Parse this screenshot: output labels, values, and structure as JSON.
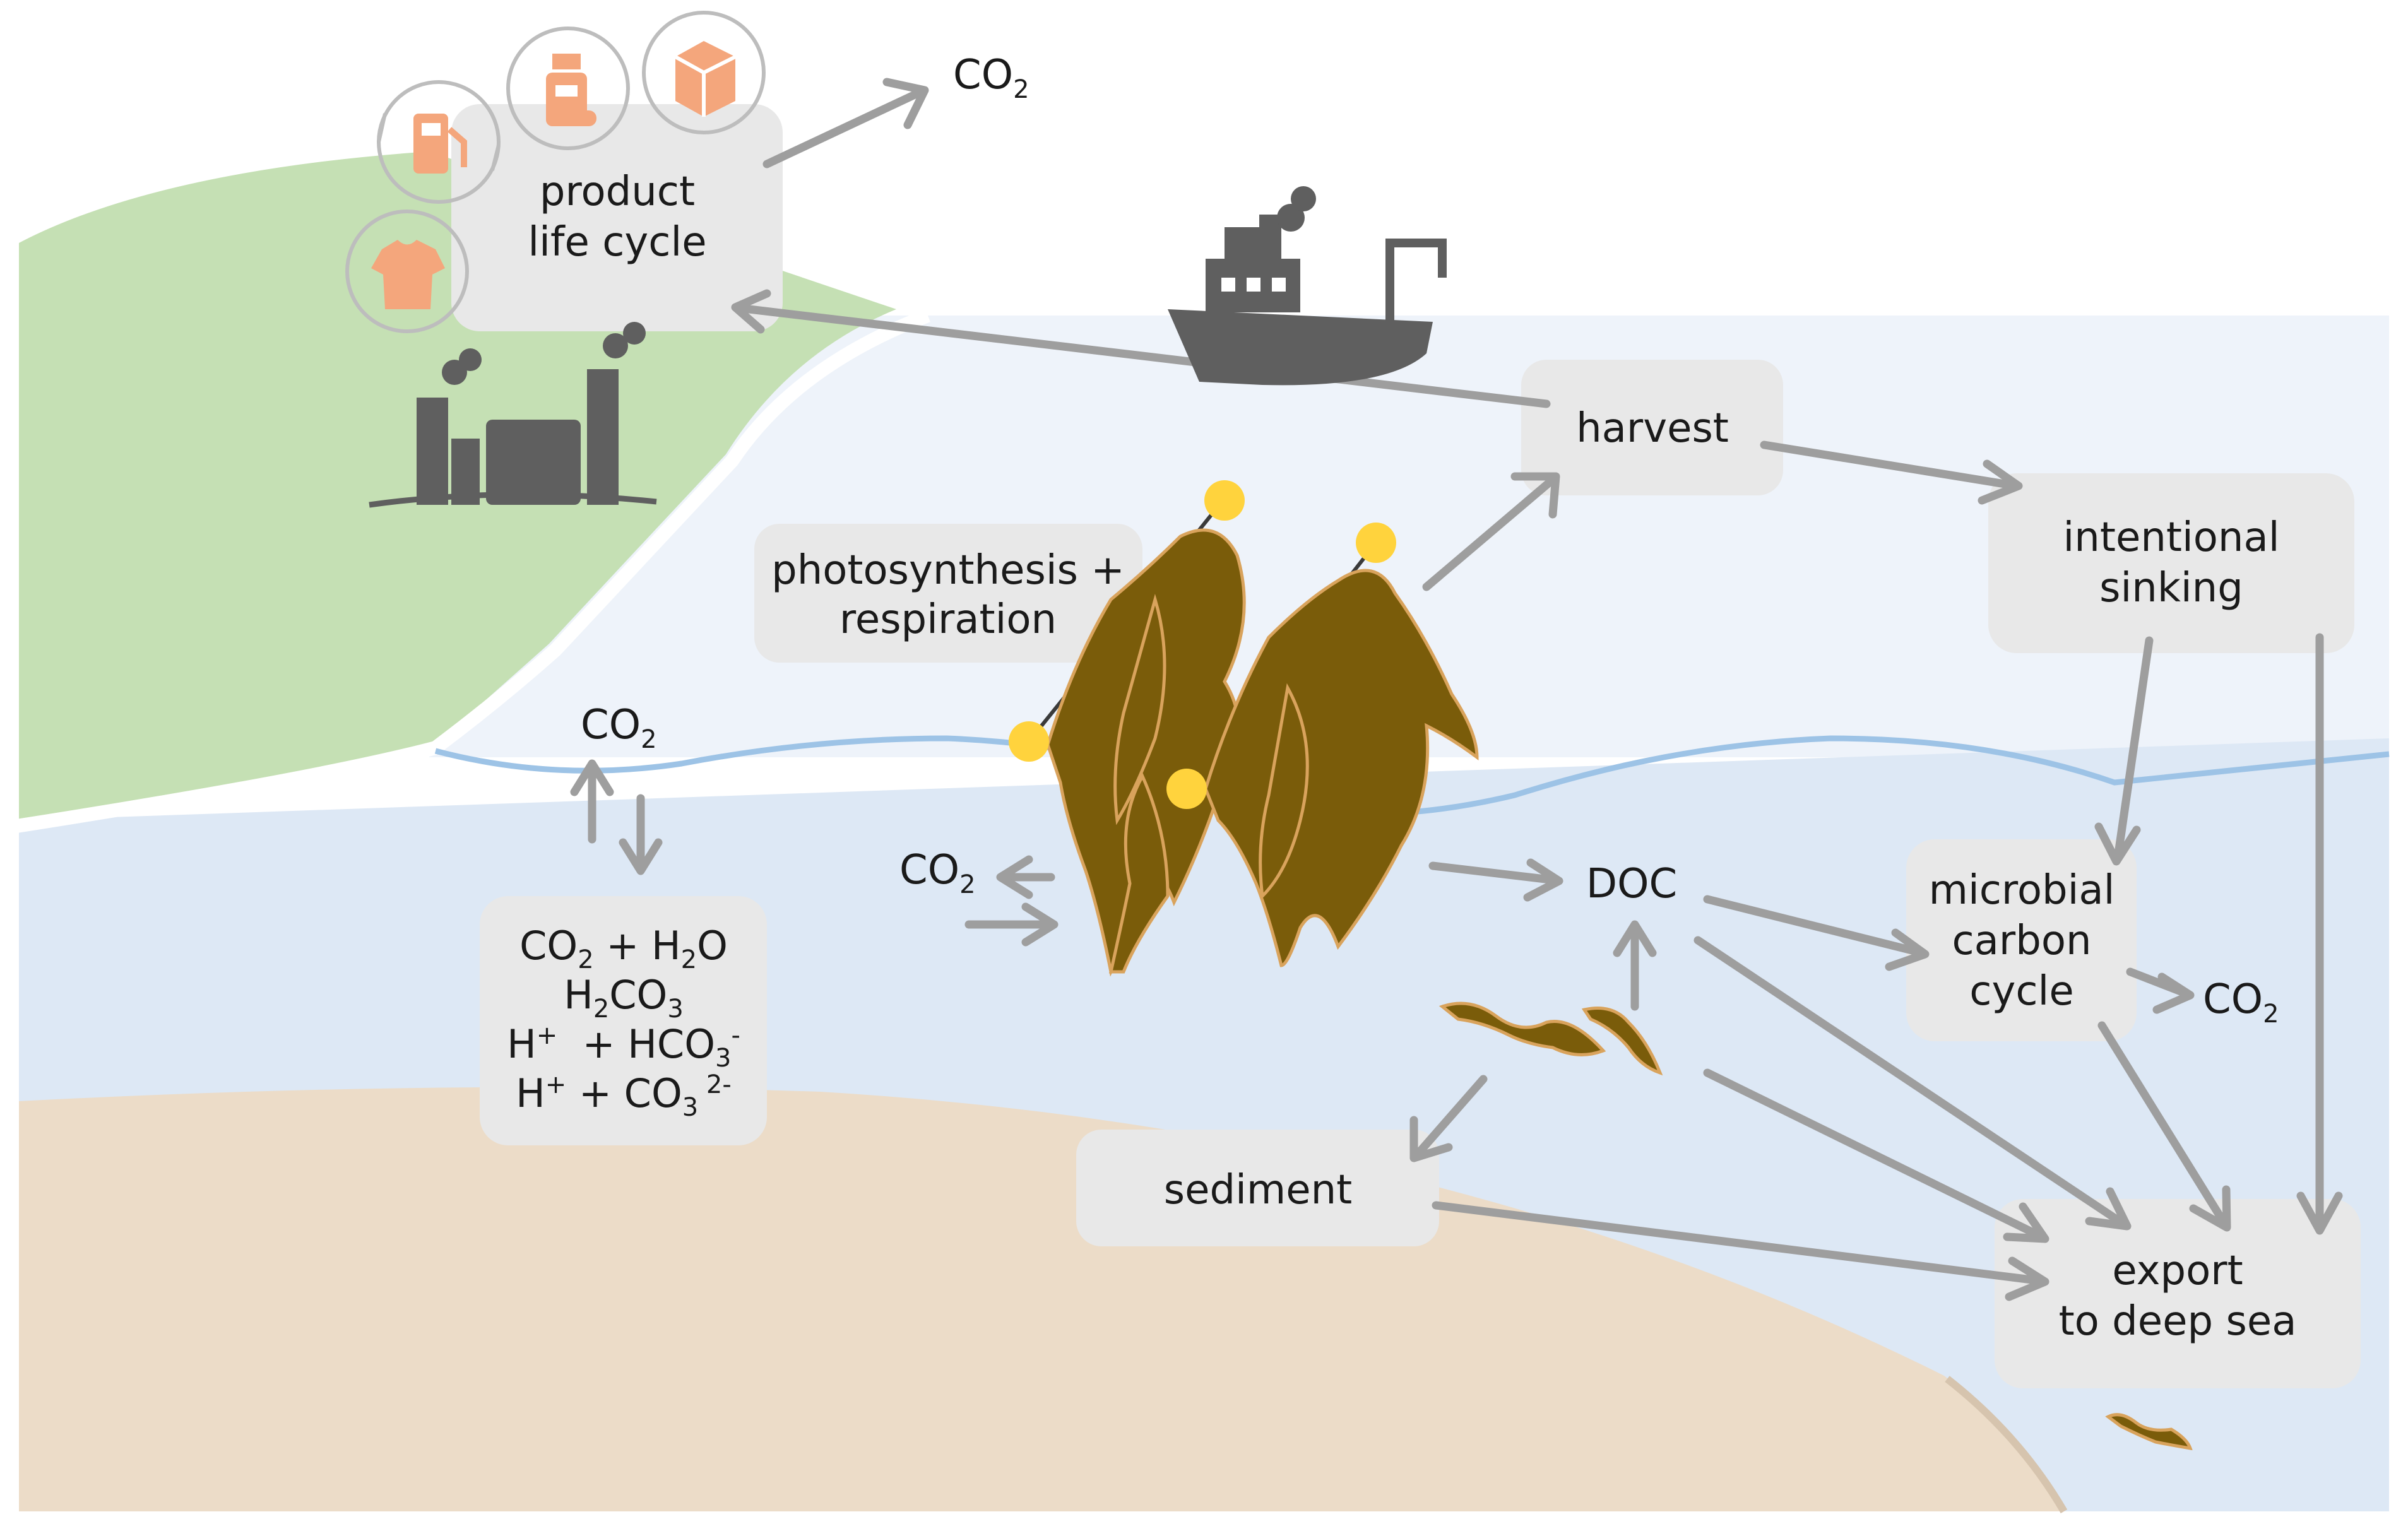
{
  "labels": {
    "product_life_cycle_1": "product",
    "product_life_cycle_2": "life cycle",
    "co2": "CO",
    "co2_sub": "2",
    "harvest": "harvest",
    "intentional_sinking_1": "intentional",
    "intentional_sinking_2": "sinking",
    "photosynthesis_1": "photosynthesis +",
    "photosynthesis_2": "respiration",
    "doc": "DOC",
    "microbial_1": "microbial",
    "microbial_2": "carbon",
    "microbial_3": "cycle",
    "sediment": "sediment",
    "export_1": "export",
    "export_2": "to deep sea"
  },
  "chemistry": {
    "line1_a": "CO",
    "line1_sub1": "2",
    "line1_b": " + H",
    "line1_sub2": "2",
    "line1_c": "O",
    "line2_a": "H",
    "line2_sub1": "2",
    "line2_b": "CO",
    "line2_sub2": "3",
    "line3_a": "H",
    "line3_sup1": "+",
    "line3_b": "  + HCO",
    "line3_sub": "3",
    "line3_sup2": "-",
    "line4_a": "H",
    "line4_sup1": "+",
    "line4_b": " + CO",
    "line4_sub": "3",
    "line4_sup2": " 2-"
  },
  "colors": {
    "land": "#c5e0b4",
    "ocean_upper": "#eef3fa",
    "ocean_lower": "#dde8f5",
    "seabed": "#ecdcc8",
    "box": "#e8e8e8",
    "arrow": "#9e9e9e",
    "wave": "#9dc3e6",
    "buoy": "#ffd33d",
    "kelp": "#7a5c0a",
    "kelp_edge": "#d9a35c",
    "icons": "#f4a67c",
    "industry": "#5f5f5f"
  },
  "icons": [
    "fuel-pump-icon",
    "pill-bottle-icon",
    "package-box-icon",
    "t-shirt-icon",
    "factory-icon",
    "ship-icon",
    "kelp-icon",
    "buoy-icon"
  ]
}
